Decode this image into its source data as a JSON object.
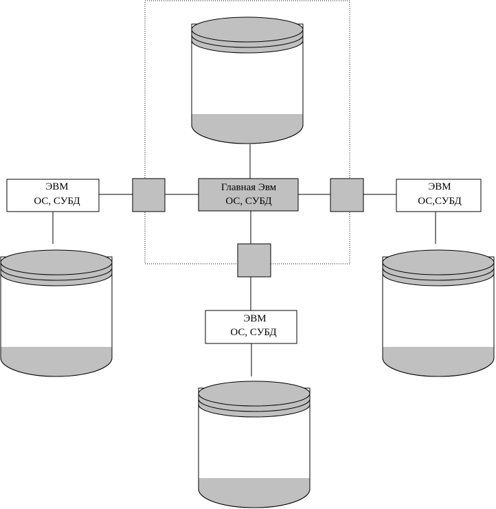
{
  "colors": {
    "background": "#ffffff",
    "fill_gray": "#c0c0c0",
    "stroke": "#000000"
  },
  "nodes": {
    "main": {
      "line1": "Главная Эвм",
      "line2": "ОС, СУБД"
    },
    "left": {
      "line1": "ЭВМ",
      "line2": "ОС, СУБД"
    },
    "right": {
      "line1": "ЭВМ",
      "line2": "ОС,СУБД"
    },
    "bottom": {
      "line1": "ЭВМ",
      "line2": "ОС, СУБД"
    }
  },
  "icons": {
    "database": "database-cylinder-icon",
    "connector": "network-connector-square"
  }
}
